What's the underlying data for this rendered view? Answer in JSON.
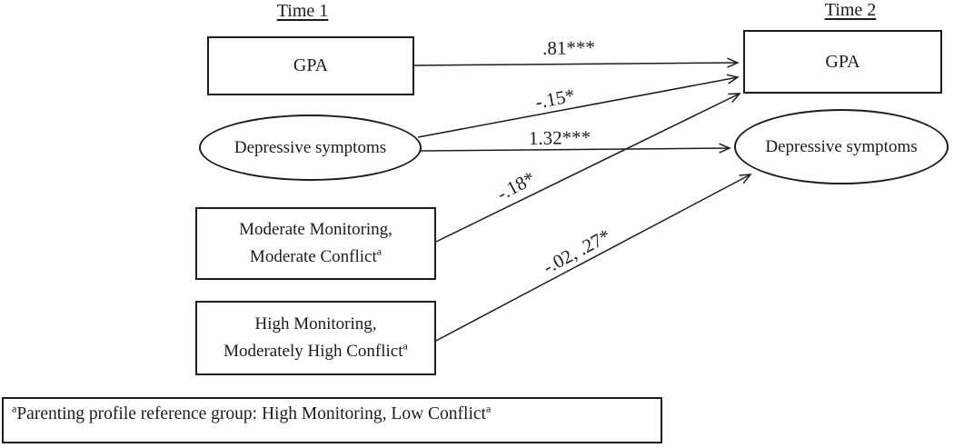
{
  "figure": {
    "columns": {
      "time1": "Time 1",
      "time2": "Time 2"
    },
    "nodes": {
      "gpa_t1": {
        "label": "GPA",
        "shape": "rect",
        "column": "Time 1"
      },
      "dep_t1": {
        "label": "Depressive symptoms",
        "shape": "ellipse",
        "column": "Time 1"
      },
      "mod_profile": {
        "line1": "Moderate Monitoring,",
        "line2": "Moderate Conflict",
        "superscript": "a",
        "shape": "rect",
        "column": "Time 1"
      },
      "high_profile": {
        "line1": "High Monitoring,",
        "line2": "Moderately High Conflict",
        "superscript": "a",
        "shape": "rect",
        "column": "Time 1"
      },
      "gpa_t2": {
        "label": "GPA",
        "shape": "rect",
        "column": "Time 2"
      },
      "dep_t2": {
        "label": "Depressive symptoms",
        "shape": "ellipse",
        "column": "Time 2"
      }
    },
    "edges": [
      {
        "source": "GPA (Time 1)",
        "target": "GPA (Time 2)",
        "label": ".81***"
      },
      {
        "source": "Depressive symptoms (Time 1)",
        "target": "GPA (Time 2)",
        "label": "-.15*"
      },
      {
        "source": "Depressive symptoms (Time 1)",
        "target": "Depressive symptoms (Time 2)",
        "label": "1.32***"
      },
      {
        "source": "Moderate Monitoring, Moderate Conflict",
        "target": "GPA (Time 2)",
        "label": "-.18*"
      },
      {
        "source": "High Monitoring, Moderately High Conflict",
        "target": "Depressive symptoms (Time 2)",
        "label": "-.02, .27*"
      }
    ],
    "footnote": {
      "sup_prefix": "a",
      "text": "Parenting profile reference group: High Monitoring, Low Conflict",
      "sup_suffix": "a"
    },
    "colors": {
      "stroke": "#1c1c1c",
      "background": "#ffffff",
      "text": "#1c1c1c"
    }
  }
}
